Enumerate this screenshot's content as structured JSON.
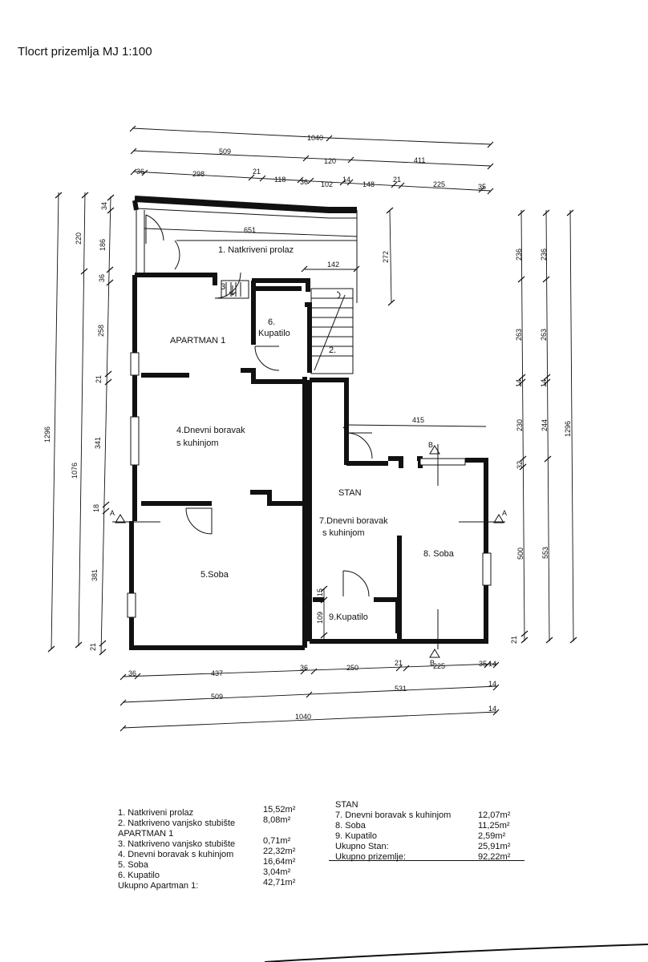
{
  "title": "Tlocrt prizemlja MJ 1:100",
  "dims_top": {
    "r1": [
      "1040"
    ],
    "r2": [
      "509",
      "120",
      "411"
    ],
    "r3": [
      "36",
      "298",
      "21",
      "118",
      "36",
      "102",
      "14",
      "148",
      "21",
      "225",
      "35"
    ]
  },
  "dims_bottom": {
    "r1": [
      "36",
      "437",
      "36",
      "250",
      "21",
      "225",
      "35",
      "14"
    ],
    "r2": [
      "509",
      "531",
      "14"
    ],
    "r3": [
      "1040",
      "14"
    ]
  },
  "dims_left": {
    "outer": "1296",
    "mid": "1076",
    "mid_top": "220",
    "segs": [
      "34",
      "186",
      "36",
      "258",
      "21",
      "341",
      "18",
      "381",
      "21"
    ]
  },
  "dims_right": {
    "a": [
      "236",
      "263",
      "14",
      "230",
      "32",
      "500",
      "21"
    ],
    "b": [
      "236",
      "263",
      "14",
      "244",
      "553"
    ],
    "outer": "1296"
  },
  "dims_inner": {
    "passage_width": "651",
    "stair_width": "142",
    "passage_depth": "272",
    "stan_width": "415",
    "bath_a": "15",
    "bath_b": "109"
  },
  "rooms": {
    "r1": "1. Natkriveni prolaz",
    "r2": "2.",
    "r3": "3",
    "r6a": "6.",
    "r6b": "Kupatilo",
    "apt": "APARTMAN 1",
    "r4a": "4.Dnevni boravak",
    "r4b": "s kuhinjom",
    "r5": "5.Soba",
    "stan": "STAN",
    "r7a": "7.Dnevni boravak",
    "r7b": "s kuhinjom",
    "r8": "8. Soba",
    "r9": "9.Kupatilo",
    "secA1": "A",
    "secA2": "A",
    "secB1": "B",
    "secB2": "B"
  },
  "legend_left": {
    "rows": [
      {
        "label": "1. Natkriveni prolaz",
        "value": "15,52m²"
      },
      {
        "label": "2. Natkriveno vanjsko stubište",
        "value": "8,08m²"
      },
      {
        "label": "APARTMAN 1",
        "value": ""
      },
      {
        "label": "3. Natkriveno vanjsko stubište",
        "value": "0,71m²"
      },
      {
        "label": "4. Dnevni boravak s kuhinjom",
        "value": "22,32m²"
      },
      {
        "label": "5. Soba",
        "value": "16,64m²"
      },
      {
        "label": "6. Kupatilo",
        "value": "3,04m²"
      },
      {
        "label": "Ukupno Apartman 1:",
        "value": "42,71m²"
      }
    ]
  },
  "legend_right": {
    "heading": "STAN",
    "rows": [
      {
        "label": "7. Dnevni boravak s kuhinjom",
        "value": "12,07m²"
      },
      {
        "label": "8. Soba",
        "value": "11,25m²"
      },
      {
        "label": "9. Kupatilo",
        "value": "2,59m²"
      },
      {
        "label": "Ukupno Stan:",
        "value": "25,91m²"
      },
      {
        "label": "Ukupno prizemlje:",
        "value": "92,22m²"
      }
    ]
  }
}
